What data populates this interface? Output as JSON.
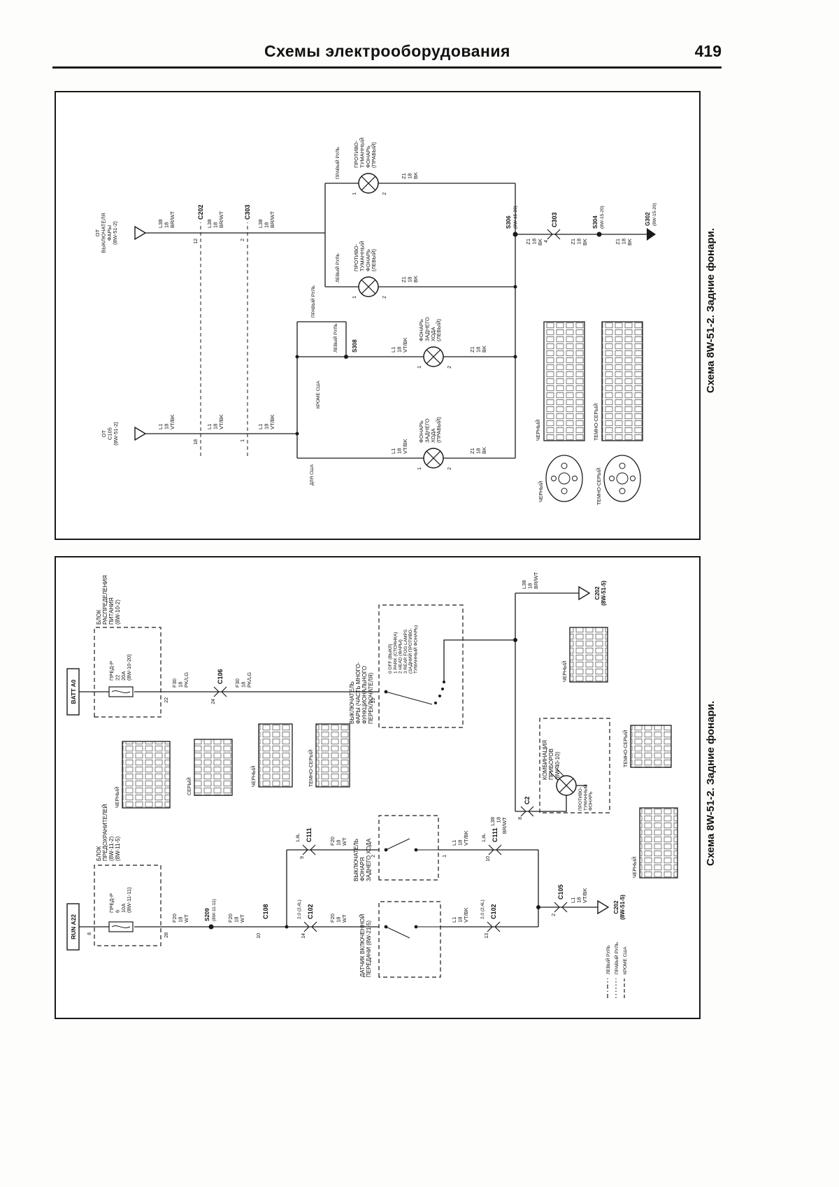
{
  "page": {
    "header_title": "Схемы электрооборудования",
    "page_number": "419",
    "caption": "Схема 8W-51-2. Задние фонари."
  },
  "pins": {
    "1": "1",
    "2": "2",
    "4": "4",
    "8": "8",
    "9": "9",
    "10": "10",
    "12": "12",
    "13": "13",
    "14": "14",
    "18": "18",
    "22": "22",
    "24": "24",
    "28": "28"
  },
  "wires": {
    "l38": [
      "L38",
      "18",
      "BR/WT"
    ],
    "l1": [
      "L1",
      "18",
      "VT/BK"
    ],
    "z1": [
      "Z1",
      "18",
      "BK"
    ],
    "f30": [
      "F30",
      "18",
      "PK/LG"
    ],
    "f20": [
      "F20",
      "18",
      "WT"
    ]
  },
  "d1": {
    "feed1": [
      "ОТ",
      "ВЫКЛЮЧАТЕЛЯ",
      "ФАРЫ",
      "(8W-51-2)"
    ],
    "feed2": [
      "ОТ",
      "C105",
      "(8W-51-2)"
    ],
    "c202": "C202",
    "c303": "C303",
    "s306": "S306",
    "s304": "S304",
    "s308": "S308",
    "g302": "G302",
    "ref": "(8W-15-20)",
    "fog_right": [
      "ПРОТИВО-",
      "ТУМАННЫЙ",
      "ФОНАРЬ",
      "(ПРАВЫЙ)"
    ],
    "fog_left": [
      "ПРОТИВО-",
      "ТУМАННЫЙ",
      "ФОНАРЬ",
      "(ЛЕВЫЙ)"
    ],
    "backup_left": [
      "ФОНАРЬ",
      "ЗАДНЕГО",
      "ХОДА",
      "(ЛЕВЫЙ)"
    ],
    "backup_right": [
      "ФОНАРЬ",
      "ЗАДНЕГО",
      "ХОДА",
      "(ПРАВЫЙ)"
    ],
    "rhd": "ПРАВЫЙ РУЛЬ",
    "lhd": "ЛЕВЫЙ РУЛЬ",
    "ex_usa": "КРОМЕ США",
    "for_usa": "ДЛЯ США",
    "black": "ЧЕРНЫЙ",
    "darkgray": "ТЕМНО-СЕРЫЙ"
  },
  "d2": {
    "batt": "BATT A0",
    "run": "RUN A22",
    "pdc_title": [
      "БЛОК",
      "РАСПРЕДЕЛЕНИЯ",
      "ПИТАНИЯ",
      "(8W-10-2)"
    ],
    "pdc_fuse": [
      "ПРЕД-Р",
      "22",
      "20А",
      "(8W-10-20)"
    ],
    "fusebox_title": [
      "БЛОК",
      "ПРЕДОХРАНИТЕЛЕЙ",
      "(8W-11-2)",
      "(8W-11-5)"
    ],
    "fuse6": [
      "ПРЕД-Р",
      "6",
      "10А",
      "(8W-11-11)"
    ],
    "headsw_title": [
      "ВЫКЛЮЧАТЕЛЬ",
      "ФАРЫ (ЧАСТЬ МНОГО-",
      "ФУНКЦИОНАЛЬНОГО",
      "ПЕРЕКЛЮЧАТЕЛЯ)"
    ],
    "positions": [
      "0 OFF (ВЫКЛ)",
      "1 PARK (СТОЯНКА)",
      "2 HEAD (ФАРЫ)",
      "3 REAR FOG LAMPS",
      "(ЗАДНИЙ ПРОТИВО-",
      "ТУМАННЫЙ ФОНАРЬ)"
    ],
    "cluster_title": [
      "КОМБИНАЦИЯ",
      "ПРИБОРОВ",
      "(8W-40-10)"
    ],
    "fog_ind": [
      "ПРОТИВО-",
      "ТУМАННЫЙ",
      "ФОНАРЬ"
    ],
    "backup_sw_title": [
      "ВЫКЛЮЧАТЕЛЬ",
      "ФОНАРЯ",
      "ЗАДНЕГО ХОДА"
    ],
    "trs_title": [
      "ДАТЧИК ВКЛЮЧЕННОЙ",
      "ПЕРЕДАЧИ (8W-21-5)"
    ],
    "c202_ref": [
      "C202",
      "(8W-51-5)"
    ],
    "s209": "S209",
    "s209_ref": "(8W-11-11)",
    "c106": "C106",
    "c108": "C108",
    "c102": "C102",
    "c111": "C111",
    "c105": "C105",
    "c2": "C2",
    "eng18": "1,8L",
    "eng20": "2,0 (2,4L)",
    "legend": [
      {
        "label": "ЛЕВЫЙ РУЛЬ"
      },
      {
        "label": "ПРАВЫЙ РУЛЬ"
      },
      {
        "label": "КРОМЕ США"
      }
    ],
    "black": "ЧЕРНЫЙ",
    "gray": "СЕРЫЙ",
    "darkgray": "ТЕМНО-СЕРЫЙ"
  }
}
